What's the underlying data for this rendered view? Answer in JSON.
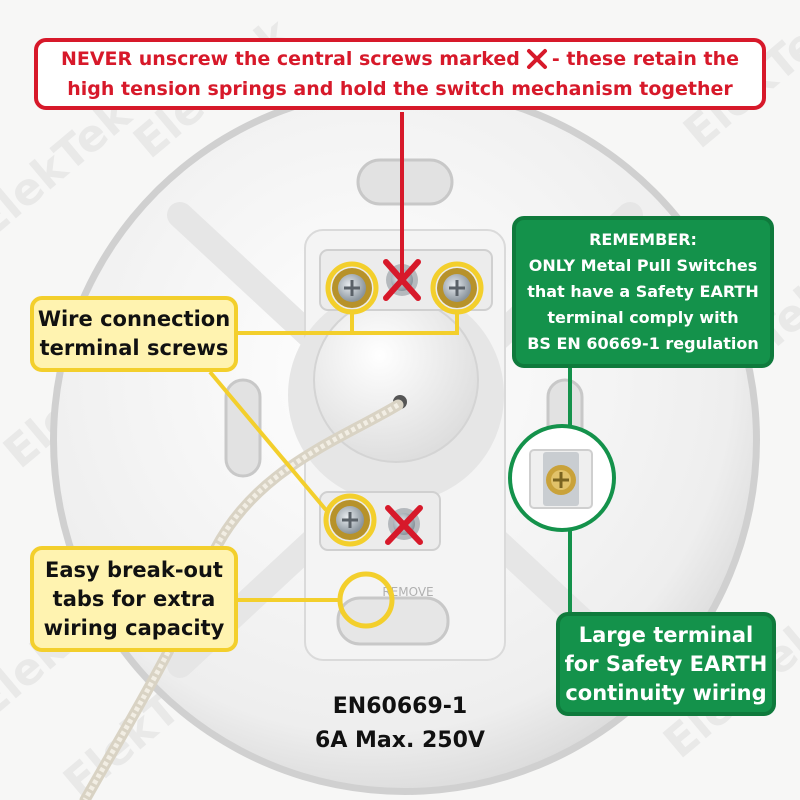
{
  "warning": {
    "line1_before": "NEVER unscrew the central screws marked",
    "line1_after": "- these retain the",
    "line2": "high tension springs and hold the switch mechanism together"
  },
  "labels": {
    "wire_line1": "Wire connection",
    "wire_line2": "terminal screws",
    "tabs_line1": "Easy break-out",
    "tabs_line2": "tabs for extra",
    "tabs_line3": "wiring capacity"
  },
  "remember": {
    "line1": "REMEMBER:",
    "line2": "ONLY Metal Pull Switches",
    "line3": "that have a Safety EARTH",
    "line4": "terminal comply with",
    "line5": "BS EN 60669-1 regulation"
  },
  "earth_terminal": {
    "line1": "Large terminal",
    "line2": "for Safety EARTH",
    "line3": "continuity wiring"
  },
  "spec": {
    "standard": "EN60669-1",
    "rating": "6A Max. 250V"
  },
  "product_markings": {
    "remove_tab": "REMOVE",
    "brand_watermark": "ElekTek"
  },
  "colors": {
    "warning_red": "#d7192a",
    "label_yellow": "#f3cf2c",
    "label_yellow_fill": "#fff3b0",
    "info_green": "#14924b"
  }
}
